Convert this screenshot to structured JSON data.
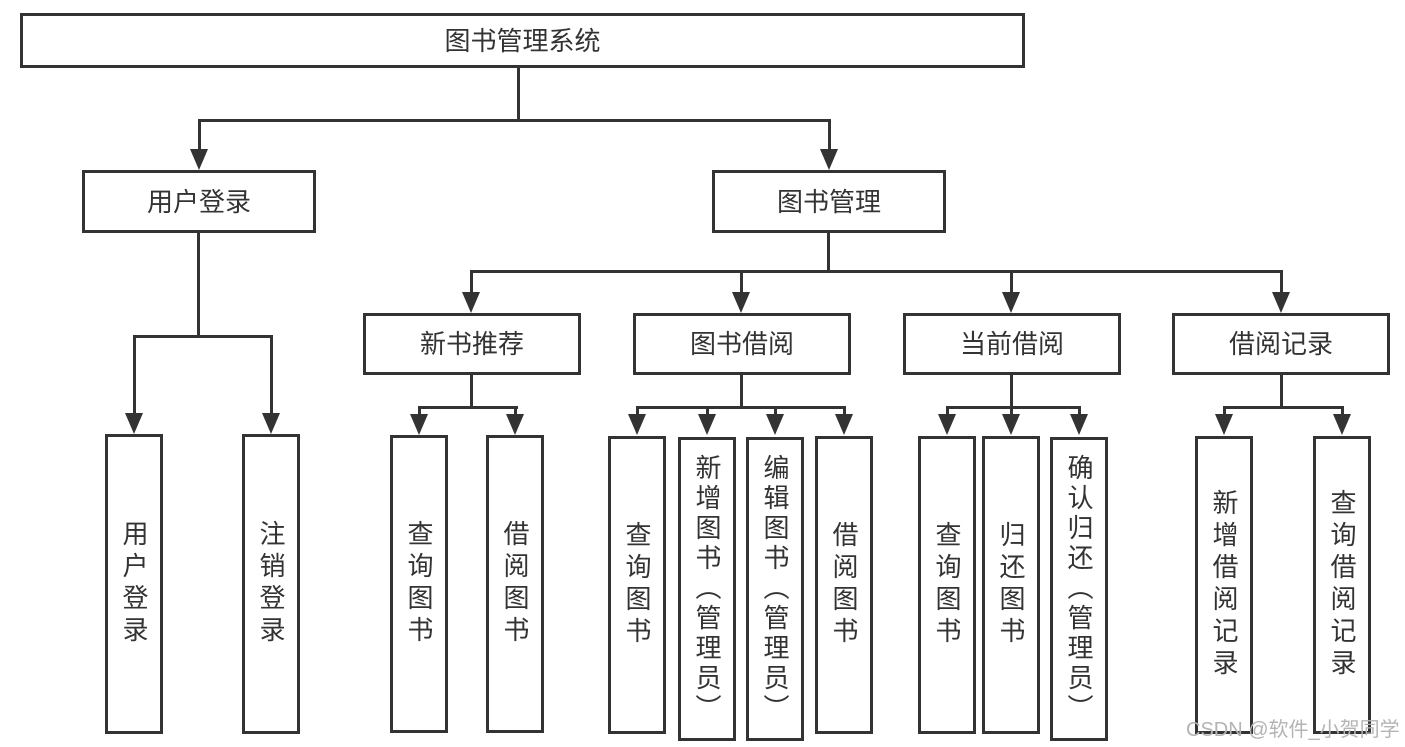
{
  "tree": {
    "label": "图书管理系统",
    "children": [
      {
        "label": "用户登录",
        "children": [
          {
            "label": "用户登录"
          },
          {
            "label": "注销登录"
          }
        ]
      },
      {
        "label": "图书管理",
        "children": [
          {
            "label": "新书推荐",
            "children": [
              {
                "label": "查询图书"
              },
              {
                "label": "借阅图书"
              }
            ]
          },
          {
            "label": "图书借阅",
            "children": [
              {
                "label": "查询图书"
              },
              {
                "label": "新增图书（管理员）"
              },
              {
                "label": "编辑图书（管理员）"
              },
              {
                "label": "借阅图书"
              }
            ]
          },
          {
            "label": "当前借阅",
            "children": [
              {
                "label": "查询图书"
              },
              {
                "label": "归还图书"
              },
              {
                "label": "确认归还（管理员）"
              }
            ]
          },
          {
            "label": "借阅记录",
            "children": [
              {
                "label": "新增借阅记录"
              },
              {
                "label": "查询借阅记录"
              }
            ]
          }
        ]
      }
    ]
  },
  "watermark": {
    "text": "CSDN @软件_小贺同学"
  },
  "colors": {
    "line": "#333333",
    "box_border": "#333333",
    "text": "#333333",
    "watermark": "#b4b4b4",
    "background": "#ffffff"
  }
}
